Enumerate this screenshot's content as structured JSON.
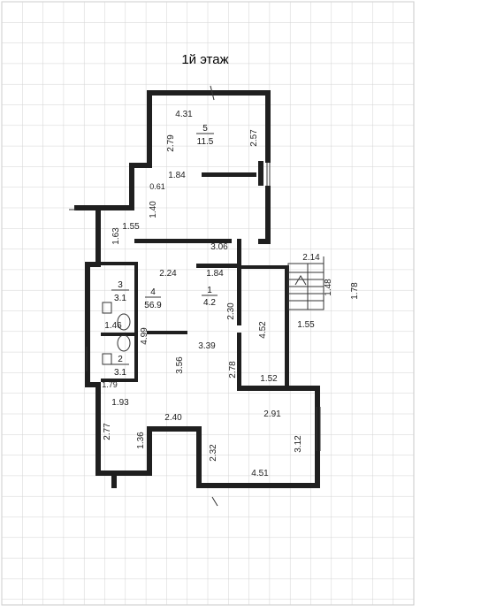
{
  "title": "1й этаж",
  "rooms": [
    {
      "number": "5",
      "area": "11.5"
    },
    {
      "number": "4",
      "area": "56.9"
    },
    {
      "number": "3",
      "area": "3.1"
    },
    {
      "number": "2",
      "area": "3.1"
    },
    {
      "number": "1",
      "area": "4.2"
    }
  ],
  "dimensions": [
    "4.31",
    "2.79",
    "2.57",
    "1.84",
    "0.61",
    "1.40",
    "1.63",
    "1.55",
    "3.06",
    "2.24",
    "1.84",
    "2.14",
    "1.48",
    "1.78",
    "1.55",
    "4.52",
    "2.30",
    "3.39",
    "4.99",
    "1.46",
    "3.56",
    "2.78",
    "1.52",
    "1.79",
    "1.93",
    "2.40",
    "2.91",
    "2.77",
    "1.36",
    "2.32",
    "3.12",
    "4.51"
  ]
}
